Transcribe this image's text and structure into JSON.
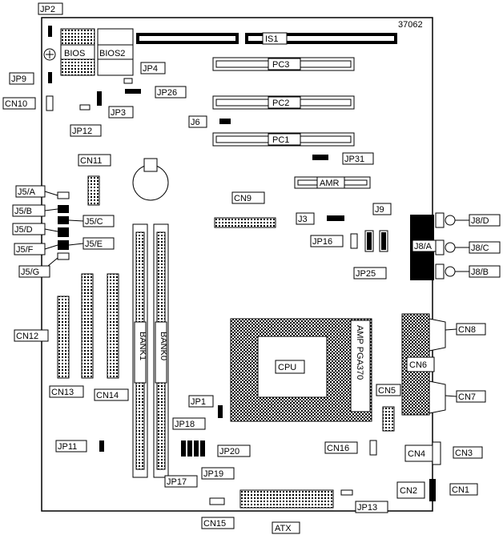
{
  "board_id": "37062",
  "components": {
    "slots": [
      "IS1",
      "PC3",
      "PC2",
      "PC1"
    ],
    "bios": [
      "BIOS",
      "BIOS2"
    ],
    "amr": "AMR",
    "cpu": "CPU",
    "socket": "AMP PGA370",
    "banks": [
      "BANK1",
      "BANK0"
    ],
    "atx": "ATX"
  },
  "jumpers": {
    "JP2": "JP2",
    "JP9": "JP9",
    "JP4": "JP4",
    "JP26": "JP26",
    "JP12": "JP12",
    "JP3": "JP3",
    "J6": "J6",
    "JP31": "JP31",
    "J3": "J3",
    "J9": "J9",
    "JP16": "JP16",
    "JP25": "JP25",
    "JP1": "JP1",
    "JP18": "JP18",
    "JP20": "JP20",
    "JP17": "JP17",
    "JP19": "JP19",
    "JP11": "JP11",
    "JP13": "JP13",
    "J5A": "J5/A",
    "J5B": "J5/B",
    "J5C": "J5/C",
    "J5D": "J5/D",
    "J5E": "J5/E",
    "J5F": "J5/F",
    "J5G": "J5/G",
    "J8D": "J8/D",
    "J8A": "J8/A",
    "J8C": "J8/C",
    "J8B": "J8/B"
  },
  "connectors": {
    "CN10": "CN10",
    "CN11": "CN11",
    "CN9": "CN9",
    "CN12": "CN12",
    "CN13": "CN13",
    "CN14": "CN14",
    "CN5": "CN5",
    "CN16": "CN16",
    "CN15": "CN15",
    "CN8": "CN8",
    "CN6": "CN6",
    "CN7": "CN7",
    "CN4": "CN4",
    "CN3": "CN3",
    "CN2": "CN2",
    "CN1": "CN1"
  }
}
